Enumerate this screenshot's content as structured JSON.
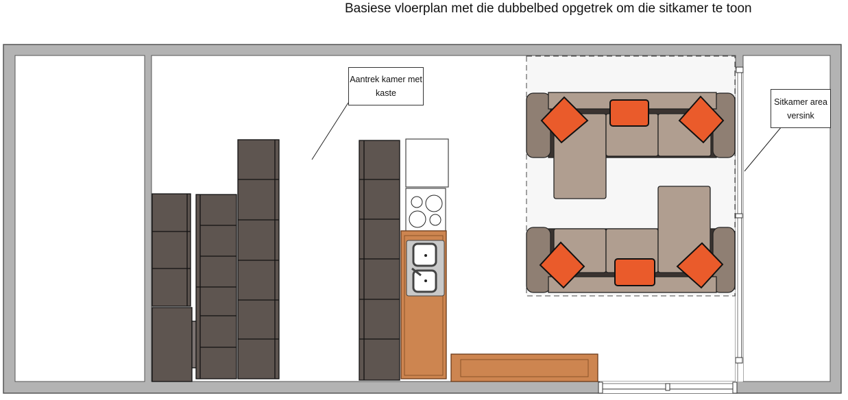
{
  "title": "Basiese vloerplan met die dubbelbed opgetrek om die sitkamer te toon",
  "labels": {
    "dressing_room": "Aantrek kamer met kaste",
    "living_area": "Sitkamer area versink"
  },
  "colors": {
    "wall": "#b3b3b3",
    "cabinet": "#5e5550",
    "counter": "#cd8550",
    "sofa": "#b09e90",
    "pillow": "#ea5b2b"
  }
}
